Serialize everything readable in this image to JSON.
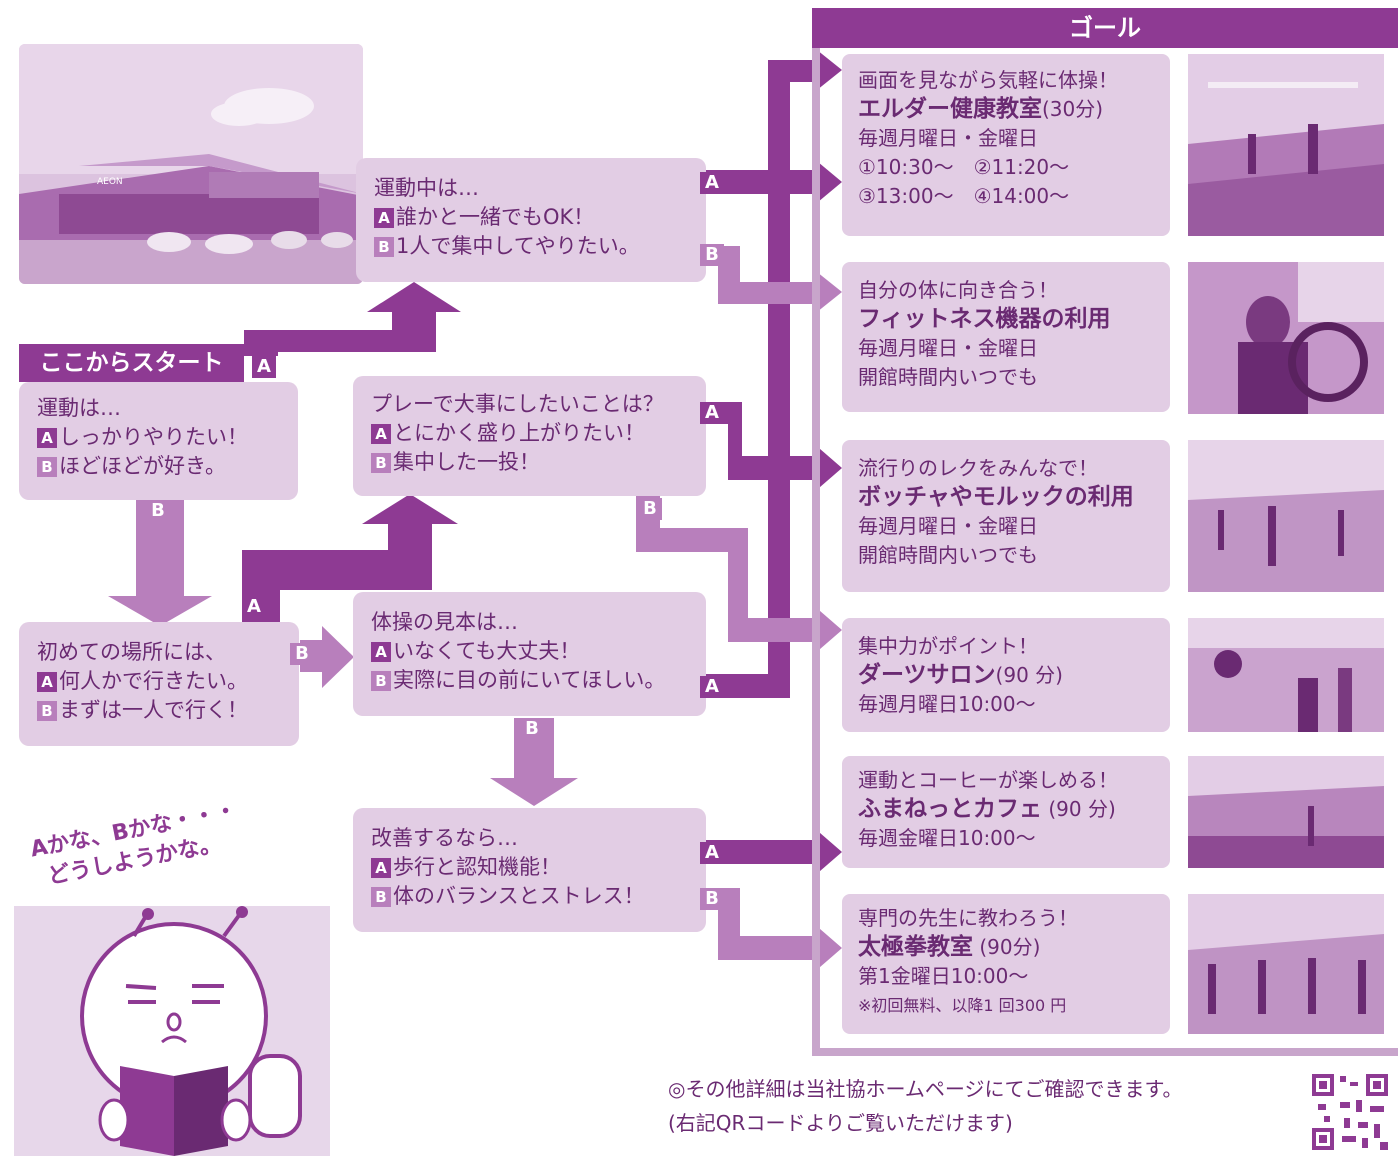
{
  "colors": {
    "primary": "#8e3a93",
    "secondary": "#b87fbc",
    "box": "#e2cde4",
    "text": "#6a2a72"
  },
  "start": {
    "label": "ここからスタート",
    "question": "運動は…",
    "a": "しっかりやりたい！",
    "b": "ほどほどが好き。"
  },
  "q_first_place": {
    "question": "初めての場所には、",
    "a": "何人かで行きたい。",
    "b": "まずは一人で行く！"
  },
  "q_exercise": {
    "question": "運動中は…",
    "a": "誰かと一緒でもOK！",
    "b": "1人で集中してやりたい。"
  },
  "q_play": {
    "question": "プレーで大事にしたいことは？",
    "a": "とにかく盛り上がりたい！",
    "b": "集中した一投！"
  },
  "q_model": {
    "question": "体操の見本は…",
    "a": "いなくても大丈夫！",
    "b": "実際に目の前にいてほしい。"
  },
  "q_improve": {
    "question": "改善するなら…",
    "a": "歩行と認知機能！",
    "b": "体のバランスとストレス！"
  },
  "letters": {
    "a": "A",
    "b": "B"
  },
  "goal_header": "ゴール",
  "goals": [
    {
      "tagline": "画面を見ながら気軽に体操！",
      "name": "エルダー健康教室",
      "duration": "(30分)",
      "line1": "毎週月曜日・金曜日",
      "line2": "①10:30～　②11:20～",
      "line3": "③13:00～　④14:00～"
    },
    {
      "tagline": "自分の体に向き合う！",
      "name": "フィットネス機器の利用",
      "duration": "",
      "line1": "毎週月曜日・金曜日",
      "line2": "開館時間内いつでも",
      "line3": ""
    },
    {
      "tagline": "流行りのレクをみんなで！",
      "name": "ボッチャやモルックの利用",
      "duration": "",
      "line1": "毎週月曜日・金曜日",
      "line2": "開館時間内いつでも",
      "line3": ""
    },
    {
      "tagline": "集中力がポイント！",
      "name": "ダーツサロン",
      "duration": "(90 分)",
      "line1": "毎週月曜日10:00～",
      "line2": "",
      "line3": ""
    },
    {
      "tagline": "運動とコーヒーが楽しめる！",
      "name": "ふまねっとカフェ",
      "duration": " (90 分)",
      "line1": "毎週金曜日10:00～",
      "line2": "",
      "line3": ""
    },
    {
      "tagline": "専門の先生に教わろう！",
      "name": "太極拳教室",
      "duration": " (90分)",
      "line1": "第1金曜日10:00～",
      "line2": "※初回無料、以降1 回300 円",
      "line3": ""
    }
  ],
  "speech": {
    "line1": "Aかな、Bかな・・・",
    "line2": "どうしようかな。"
  },
  "footer": {
    "line1": "◎その他詳細は当社協ホームページにてご確認できます。",
    "line2": "(右記QRコードよりご覧いただけます)"
  },
  "store_sign": "AEON"
}
